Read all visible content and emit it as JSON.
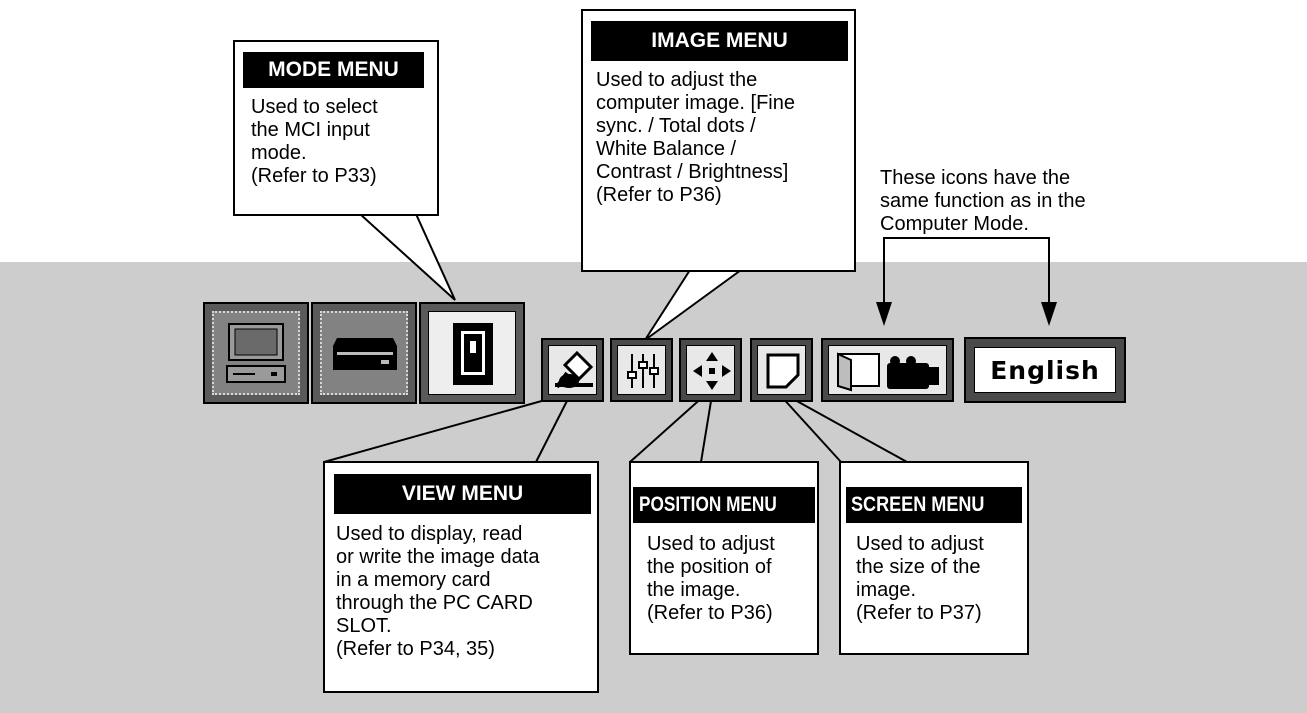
{
  "menubar": {
    "icons": [
      {
        "name": "computer-mode-icon"
      },
      {
        "name": "video-mode-icon"
      },
      {
        "name": "mci-mode-icon"
      },
      {
        "name": "view-menu-icon"
      },
      {
        "name": "image-adjust-icon"
      },
      {
        "name": "position-arrows-icon"
      },
      {
        "name": "screen-icon"
      },
      {
        "name": "screen-camera-icon"
      }
    ],
    "language": "English"
  },
  "callouts": {
    "mode": {
      "title": "MODE MENU",
      "body": "Used to select\nthe MCI input\nmode.\n(Refer to P33)"
    },
    "image": {
      "title": "IMAGE MENU",
      "body": "Used to adjust  the\ncomputer image. [Fine\nsync. / Total dots /\nWhite Balance /\nContrast / Brightness]\n(Refer to P36)"
    },
    "view": {
      "title": "VIEW MENU",
      "body": "Used to display, read\nor write the image data\nin a memory card\nthrough the PC CARD\nSLOT.\n(Refer to P34, 35)"
    },
    "position": {
      "title": "POSITION MENU",
      "body": "Used to adjust\nthe position of\nthe image.\n(Refer to P36)"
    },
    "screen": {
      "title": "SCREEN MENU",
      "body": "Used to adjust\nthe size of the\nimage.\n(Refer to P37)"
    }
  },
  "note": "These icons have the\nsame function as in the\nComputer Mode."
}
